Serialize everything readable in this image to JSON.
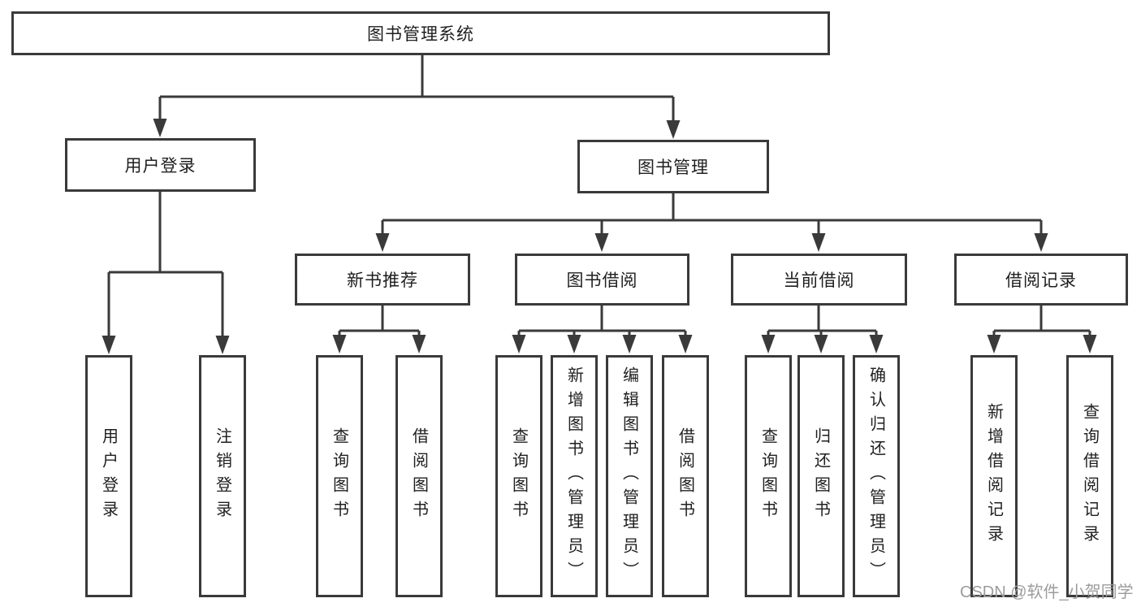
{
  "tree": {
    "root": {
      "label": "图书管理系统",
      "children": [
        {
          "label": "用户登录",
          "children": [
            {
              "label": "用户登录"
            },
            {
              "label": "注销登录"
            }
          ]
        },
        {
          "label": "图书管理",
          "children": [
            {
              "label": "新书推荐",
              "children": [
                {
                  "label": "查询图书"
                },
                {
                  "label": "借阅图书"
                }
              ]
            },
            {
              "label": "图书借阅",
              "children": [
                {
                  "label": "查询图书"
                },
                {
                  "label": "新增图书（管理员）"
                },
                {
                  "label": "编辑图书（管理员）"
                },
                {
                  "label": "借阅图书"
                }
              ]
            },
            {
              "label": "当前借阅",
              "children": [
                {
                  "label": "查询图书"
                },
                {
                  "label": "归还图书"
                },
                {
                  "label": "确认归还（管理员）"
                }
              ]
            },
            {
              "label": "借阅记录",
              "children": [
                {
                  "label": "新增借阅记录"
                },
                {
                  "label": "查询借阅记录"
                }
              ]
            }
          ]
        }
      ]
    }
  },
  "watermark": {
    "text": "CSDN @软件_小贺同学"
  },
  "colors": {
    "line": "#3a3a3a",
    "text": "#1f1f1f",
    "background": "#ffffff",
    "watermark": "#9c9c9c"
  }
}
